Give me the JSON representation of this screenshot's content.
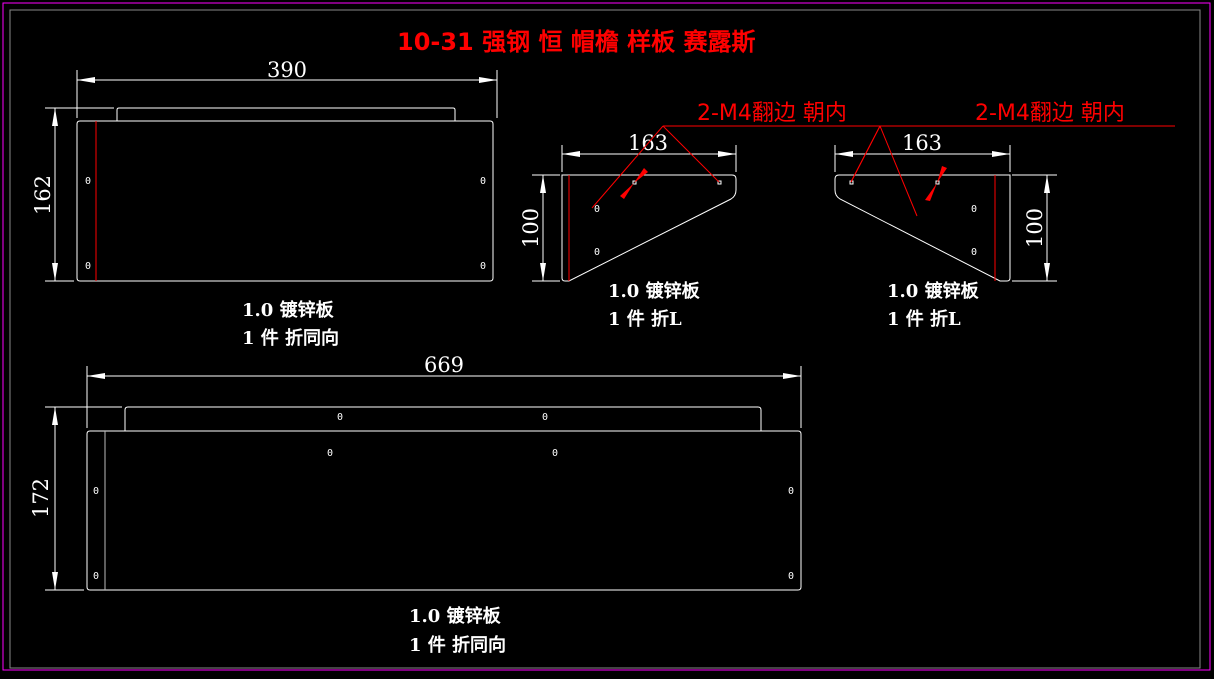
{
  "title": "10-31 强钢 恒 帽檐 样板 赛露斯",
  "colors": {
    "border": "#ff00ff",
    "annotation": "#ff0000",
    "lines": "#ffffff"
  },
  "parts": [
    {
      "name": "top-panel",
      "width_dim": "390",
      "height_dim": "162",
      "material": "1.0 镀锌板",
      "qty": "1 件 折同向",
      "hole_mark": "0"
    },
    {
      "name": "left-bracket",
      "width_dim": "163",
      "height_dim": "100",
      "material": "1.0 镀锌板",
      "qty": "1 件 折L",
      "callout": "2-M4翻边 朝内",
      "hole_mark": "0"
    },
    {
      "name": "right-bracket",
      "width_dim": "163",
      "height_dim": "100",
      "material": "1.0 镀锌板",
      "qty": "1 件 折L",
      "callout": "2-M4翻边 朝内",
      "hole_mark": "0"
    },
    {
      "name": "front-panel",
      "width_dim": "669",
      "height_dim": "172",
      "material": "1.0 镀锌板",
      "qty": "1 件 折同向",
      "hole_mark": "0"
    }
  ]
}
